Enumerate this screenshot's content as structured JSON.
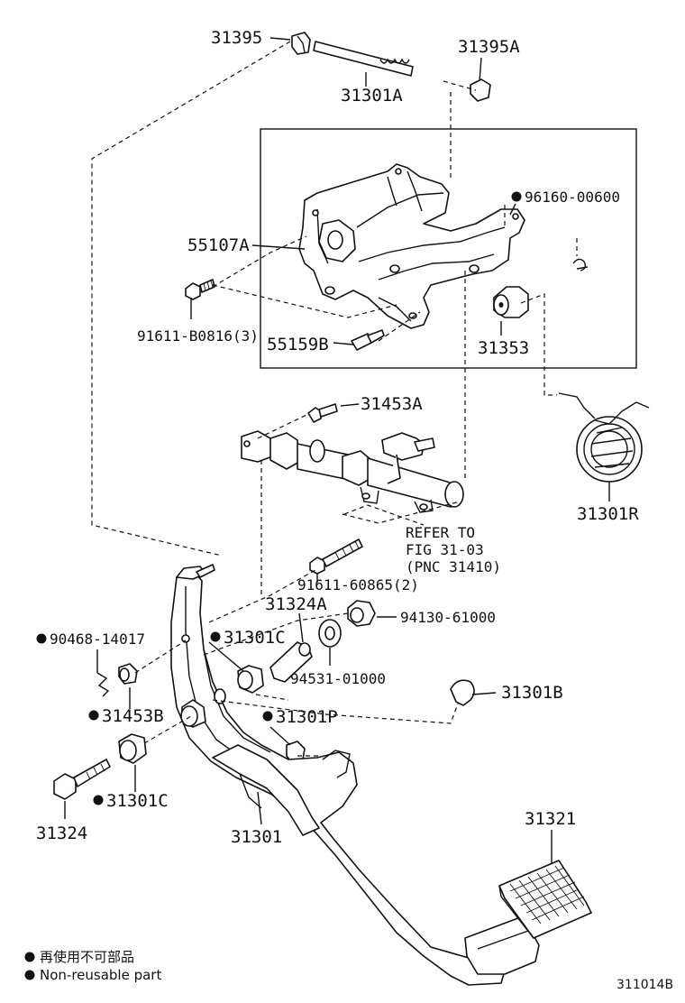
{
  "labels": {
    "p31395": "31395",
    "p31395A": "31395A",
    "p31301A": "31301A",
    "p96160": "96160-00600",
    "p55107A": "55107A",
    "p91611B": "91611-B0816(3)",
    "p55159B": "55159B",
    "p31353": "31353",
    "p31453A": "31453A",
    "p31301R": "31301R",
    "refer1": "REFER TO",
    "refer2": "FIG  31-03",
    "refer3": "(PNC  31410)",
    "p91611_6": "91611-60865(2)",
    "p31324A": "31324A",
    "p94130": "94130-61000",
    "p90468": "90468-14017",
    "p31301C_top": "31301C",
    "p94531": "94531-01000",
    "p31301B": "31301B",
    "p31453B": "31453B",
    "p31301P": "31301P",
    "p31301C_bot": "31301C",
    "p31324": "31324",
    "p31301": "31301",
    "p31321": "31321"
  },
  "legend": {
    "line1": "再使用不可部品",
    "line2": "Non-reusable part"
  },
  "figure_code": "311014B"
}
